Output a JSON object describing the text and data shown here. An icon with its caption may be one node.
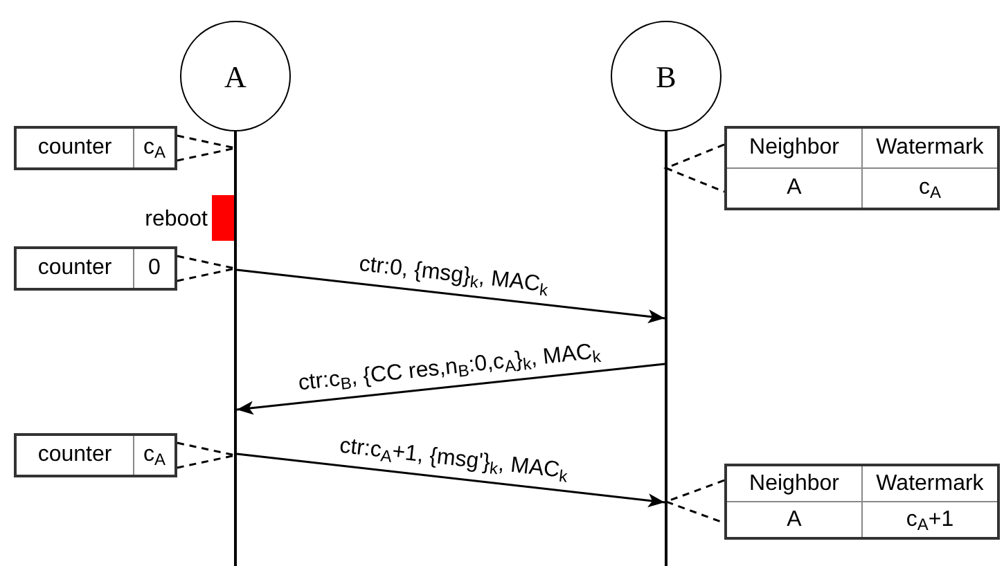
{
  "diagram": {
    "nodes": [
      {
        "text": [
          "A"
        ]
      },
      {
        "text": [
          "B"
        ]
      },
      {
        "text": [],
        "shape": "line"
      },
      {
        "text": [],
        "shape": "line"
      },
      {
        "text": [
          "counter",
          "c$_{A}$"
        ]
      },
      {
        "text": [
          "Neighbor",
          "Watermark",
          "A",
          "c$_{A}$"
        ]
      },
      {
        "text": [],
        "shape": "bar",
        "beside": [
          "reboot"
        ]
      },
      {
        "text": [
          "counter",
          "0"
        ]
      },
      {
        "text": [
          "counter",
          "c$_{A}$"
        ]
      },
      {
        "text": [
          "Neighbor",
          "Watermark",
          "A",
          "c$_{A}$+1"
        ]
      }
    ],
    "edges": [
      {
        "from": 4,
        "to": 2,
        "arrow": "none",
        "style": "dashed"
      },
      {
        "from": 5,
        "to": 3,
        "arrow": "none",
        "style": "dashed"
      },
      {
        "from": 7,
        "to": 2,
        "arrow": "none",
        "style": "dashed"
      },
      {
        "from": 2,
        "to": 3,
        "arrow": "to",
        "label": "ctr:0, {msg}$_{k}$, MAC$_{k}$"
      },
      {
        "from": 3,
        "to": 2,
        "arrow": "to",
        "label": "ctr:c$_{B}$, {CC res,n$_{B}$:0,c$_{A}$}$_{k}$, MAC$_{k}$"
      },
      {
        "from": 8,
        "to": 2,
        "arrow": "none",
        "style": "dashed"
      },
      {
        "from": 2,
        "to": 3,
        "arrow": "to",
        "label": "ctr:c$_{A}$+1, {msg'}$_{k}$, MAC$_{k}$"
      },
      {
        "from": 9,
        "to": 3,
        "arrow": "none",
        "style": "dashed"
      }
    ]
  }
}
